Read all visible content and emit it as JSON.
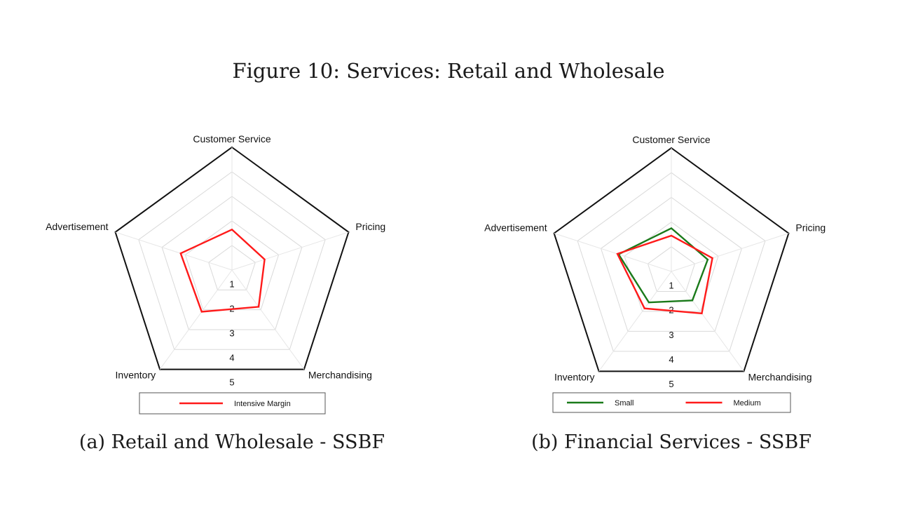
{
  "figure": {
    "title": "Figure 10: Services: Retail and Wholesale"
  },
  "chart_data": [
    {
      "type": "radar",
      "caption": "(a) Retail and Wholesale - SSBF",
      "axes": [
        "Customer Service",
        "Pricing",
        "Merchandising",
        "Inventory",
        "Advertisement"
      ],
      "ring_labels": [
        "1",
        "2",
        "3",
        "4",
        "5"
      ],
      "rlim": [
        0,
        5
      ],
      "legend_position": "bottom",
      "series": [
        {
          "name": "Intensive Margin",
          "color": "#ff1a1a",
          "values": [
            1.65,
            1.4,
            1.85,
            2.1,
            2.2
          ]
        }
      ]
    },
    {
      "type": "radar",
      "caption": "(b) Financial Services - SSBF",
      "axes": [
        "Customer Service",
        "Pricing",
        "Merchandising",
        "Inventory",
        "Advertisement"
      ],
      "ring_labels": [
        "1",
        "2",
        "3",
        "4",
        "5"
      ],
      "rlim": [
        0,
        5
      ],
      "legend_position": "bottom",
      "series": [
        {
          "name": "Small",
          "color": "#1a7a1a",
          "values": [
            1.75,
            1.55,
            1.45,
            1.55,
            2.25
          ]
        },
        {
          "name": "Medium",
          "color": "#ff1a1a",
          "values": [
            1.45,
            1.75,
            2.1,
            1.85,
            2.3
          ]
        }
      ]
    }
  ]
}
